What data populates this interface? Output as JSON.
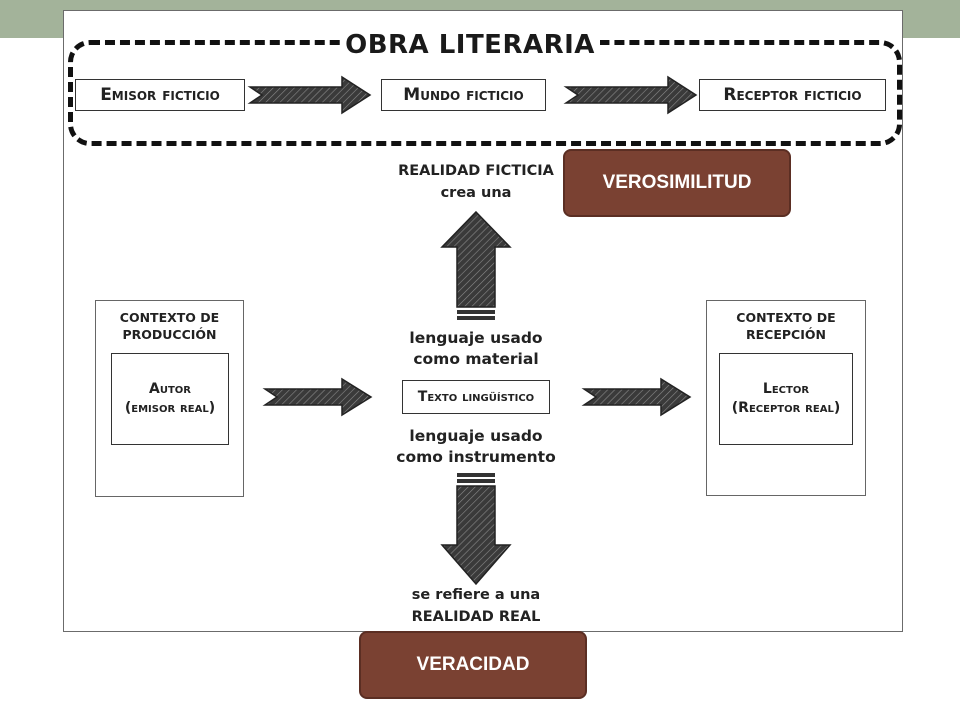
{
  "diagram": {
    "title": "OBRA LITERARIA",
    "fiction_row": {
      "emisor": "Emisor ficticio",
      "mundo": "Mundo ficticio",
      "receptor": "Receptor ficticio"
    },
    "realidad_ficticia": [
      "REALIDAD FICTICIA",
      "crea una"
    ],
    "contexto_produccion": {
      "title": [
        "CONTEXTO DE",
        "PRODUCCIÓN"
      ],
      "inner": [
        "Autor",
        "(emisor real)"
      ]
    },
    "contexto_recepcion": {
      "title": [
        "CONTEXTO DE",
        "RECEPCIÓN"
      ],
      "inner": [
        "Lector",
        "(Receptor real)"
      ]
    },
    "material": [
      "lenguaje usado",
      "como material"
    ],
    "texto": "Texto lingüístico",
    "instrumento": [
      "lenguaje usado",
      "como instrumento"
    ],
    "realidad_real": [
      "se refiere a una",
      "REALIDAD REAL"
    ]
  },
  "badges": {
    "verosimilitud": "VEROSIMILITUD",
    "veracidad": "VERACIDAD"
  },
  "colors": {
    "topbar": "#a3b39a",
    "badge": "#7a4132",
    "arrow": "#2b2b2b"
  }
}
